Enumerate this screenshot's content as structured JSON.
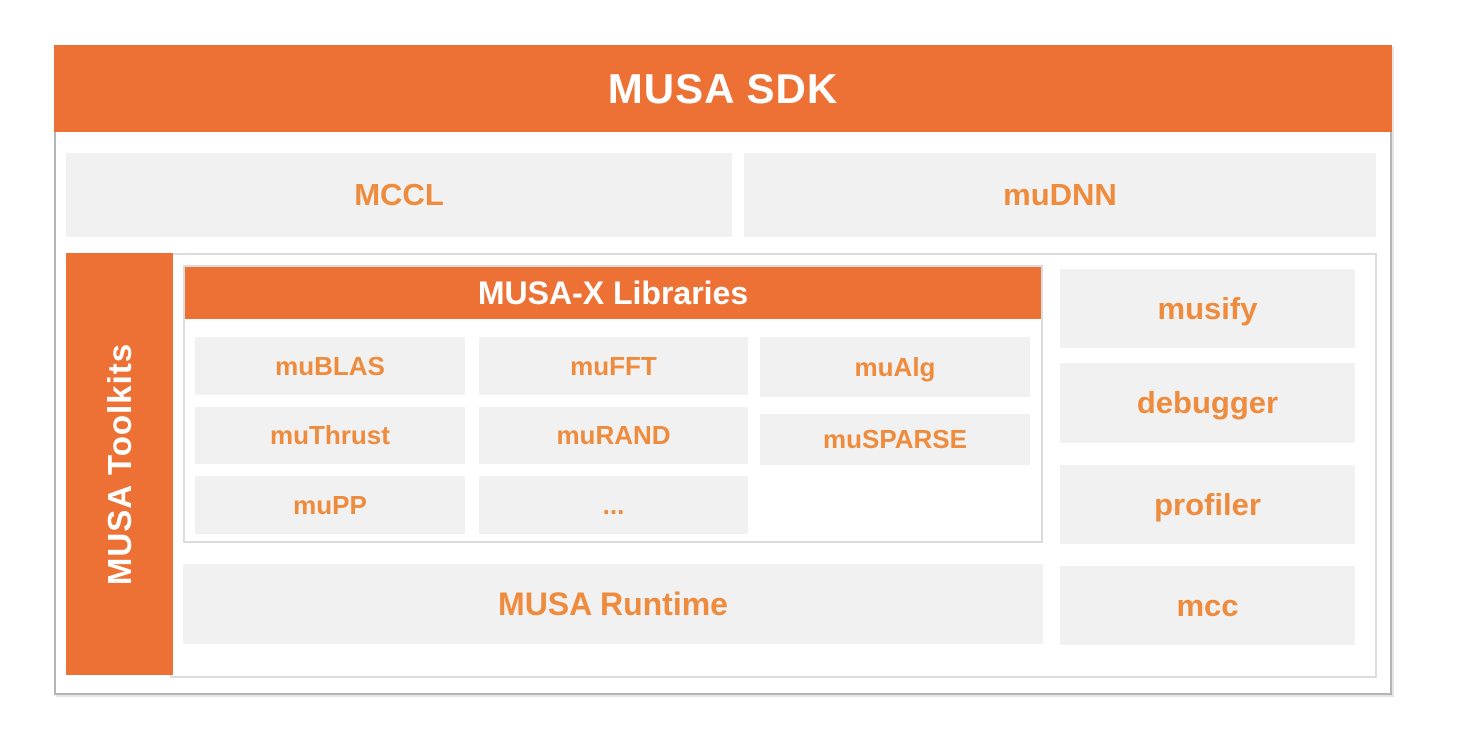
{
  "diagram": {
    "title": "MUSA SDK",
    "top_row": {
      "mccl_label": "MCCL",
      "mudnn_label": "muDNN"
    },
    "toolkits": {
      "label": "MUSA Toolkits",
      "musax": {
        "title": "MUSA-X Libraries",
        "items": [
          "muBLAS",
          "muFFT",
          "muAlg",
          "muThrust",
          "muRAND",
          "muSPARSE",
          "muPP",
          "..."
        ]
      },
      "runtime_label": "MUSA Runtime",
      "tools": [
        "musify",
        "debugger",
        "profiler",
        "mcc"
      ]
    },
    "colors": {
      "orange_fill": "#ed7134",
      "orange_text": "#ee8b3d",
      "box_gray": "#f1f1f1",
      "frame_border": "#b5b5b5",
      "inner_border": "#dcdcdc",
      "banner_text": "#ffffff"
    }
  }
}
